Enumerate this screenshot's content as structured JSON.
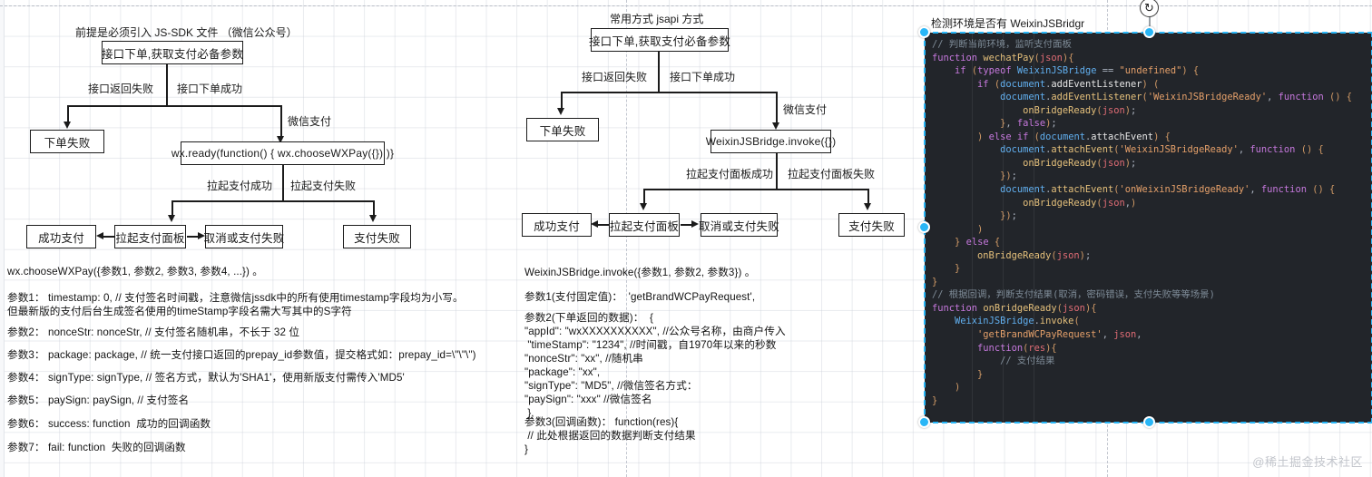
{
  "canvas": {
    "watermark": "@稀土掘金技术社区"
  },
  "left_flow": {
    "caption": "前提是必须引入 JS-SDK 文件  （微信公众号）",
    "nodes": {
      "start": "接口下单,获取支付必备参数",
      "fail": "下单失败",
      "wxready": "wx.ready(function() {  wx.chooseWXPay({})  )}",
      "pay_success": "成功支付",
      "panel": "拉起支付面板",
      "cancel_fail": "取消或支付失败",
      "pay_fail": "支付失败"
    },
    "edges": {
      "api_return_fail": "接口返回失败",
      "api_order_success": "接口下单成功",
      "wechat_pay": "微信支付",
      "invoke_success": "拉起支付成功",
      "invoke_fail": "拉起支付失败"
    },
    "notes": [
      "wx.chooseWXPay({参数1, 参数2, 参数3, 参数4, ...}) 。",
      "参数1： timestamp: 0, // 支付签名时间戳，注意微信jssdk中的所有使用timestamp字段均为小写。\n但最新版的支付后台生成签名使用的timeStamp字段名需大写其中的S字符",
      "参数2： nonceStr: nonceStr, // 支付签名随机串，不长于 32 位",
      "参数3： package: package, // 统一支付接口返回的prepay_id参数值，提交格式如：prepay_id=\\\"\\\"\\\")",
      "参数4： signType: signType, // 签名方式，默认为'SHA1'，使用新版支付需传入'MD5'",
      "参数5： paySign: paySign, // 支付签名",
      "参数6： success: function  成功的回调函数",
      "参数7： fail: function  失败的回调函数"
    ]
  },
  "mid_flow": {
    "caption": "常用方式  jsapi 方式",
    "nodes": {
      "start": "接口下单,获取支付必备参数",
      "fail": "下单失败",
      "invoke": "WeixinJSBridge.invoke({})",
      "pay_success": "成功支付",
      "panel": "拉起支付面板",
      "cancel_fail": "取消或支付失败",
      "pay_fail": "支付失败"
    },
    "edges": {
      "api_return_fail": "接口返回失败",
      "api_order_success": "接口下单成功",
      "wechat_pay": "微信支付",
      "panel_success": "拉起支付面板成功",
      "panel_fail": "拉起支付面板失败"
    },
    "notes": [
      "WeixinJSBridge.invoke({参数1, 参数2, 参数3}) 。",
      "参数1(支付固定值)：  'getBrandWCPayRequest',",
      "参数2(下单返回的数据)：  {\n\"appId\": \"wxXXXXXXXXXX\", //公众号名称，由商户传入\n \"timeStamp\": \"1234\", //时间戳，自1970年以来的秒数\n\"nonceStr\": \"xx\", //随机串\n\"package\": \"xx\",\n\"signType\": \"MD5\", //微信签名方式：\n\"paySign\": \"xxx\" //微信签名\n },",
      "参数3(回调函数)： function(res){\n // 此处根据返回的数据判断支付结果\n}"
    ]
  },
  "code_panel": {
    "annotation": "检测环境是否有  WeixinJSBridgr",
    "language": "javascript",
    "lines": [
      "// 判断当前环境，监听支付面板",
      "function wechatPay(json){",
      "    if (typeof WeixinJSBridge == \"undefined\") {",
      "        if (document.addEventListener) (",
      "            document.addEventListener('WeixinJSBridgeReady', function () {",
      "                onBridgeReady(json);",
      "            }, false);",
      "        ) else if (document.attachEvent) {",
      "            document.attachEvent('WeixinJSBridgeReady', function () {",
      "                onBridgeReady(json);",
      "            });",
      "            document.attachEvent('onWeixinJSBridgeReady', function () {",
      "                onBridgeReady(json,)",
      "            });",
      "        )",
      "    } else {",
      "        onBridgeReady(json);",
      "    }",
      "}",
      "// 根据回调，判断支付结果(取消，密码错误，支付失败等等场景)",
      "function onBridgeReady(json){",
      "    WeixinJSBridge.invoke(",
      "        'getBrandWCPayRequest', json,",
      "        function(res){",
      "            // 支付结果",
      "        }",
      "    )",
      "}"
    ]
  }
}
